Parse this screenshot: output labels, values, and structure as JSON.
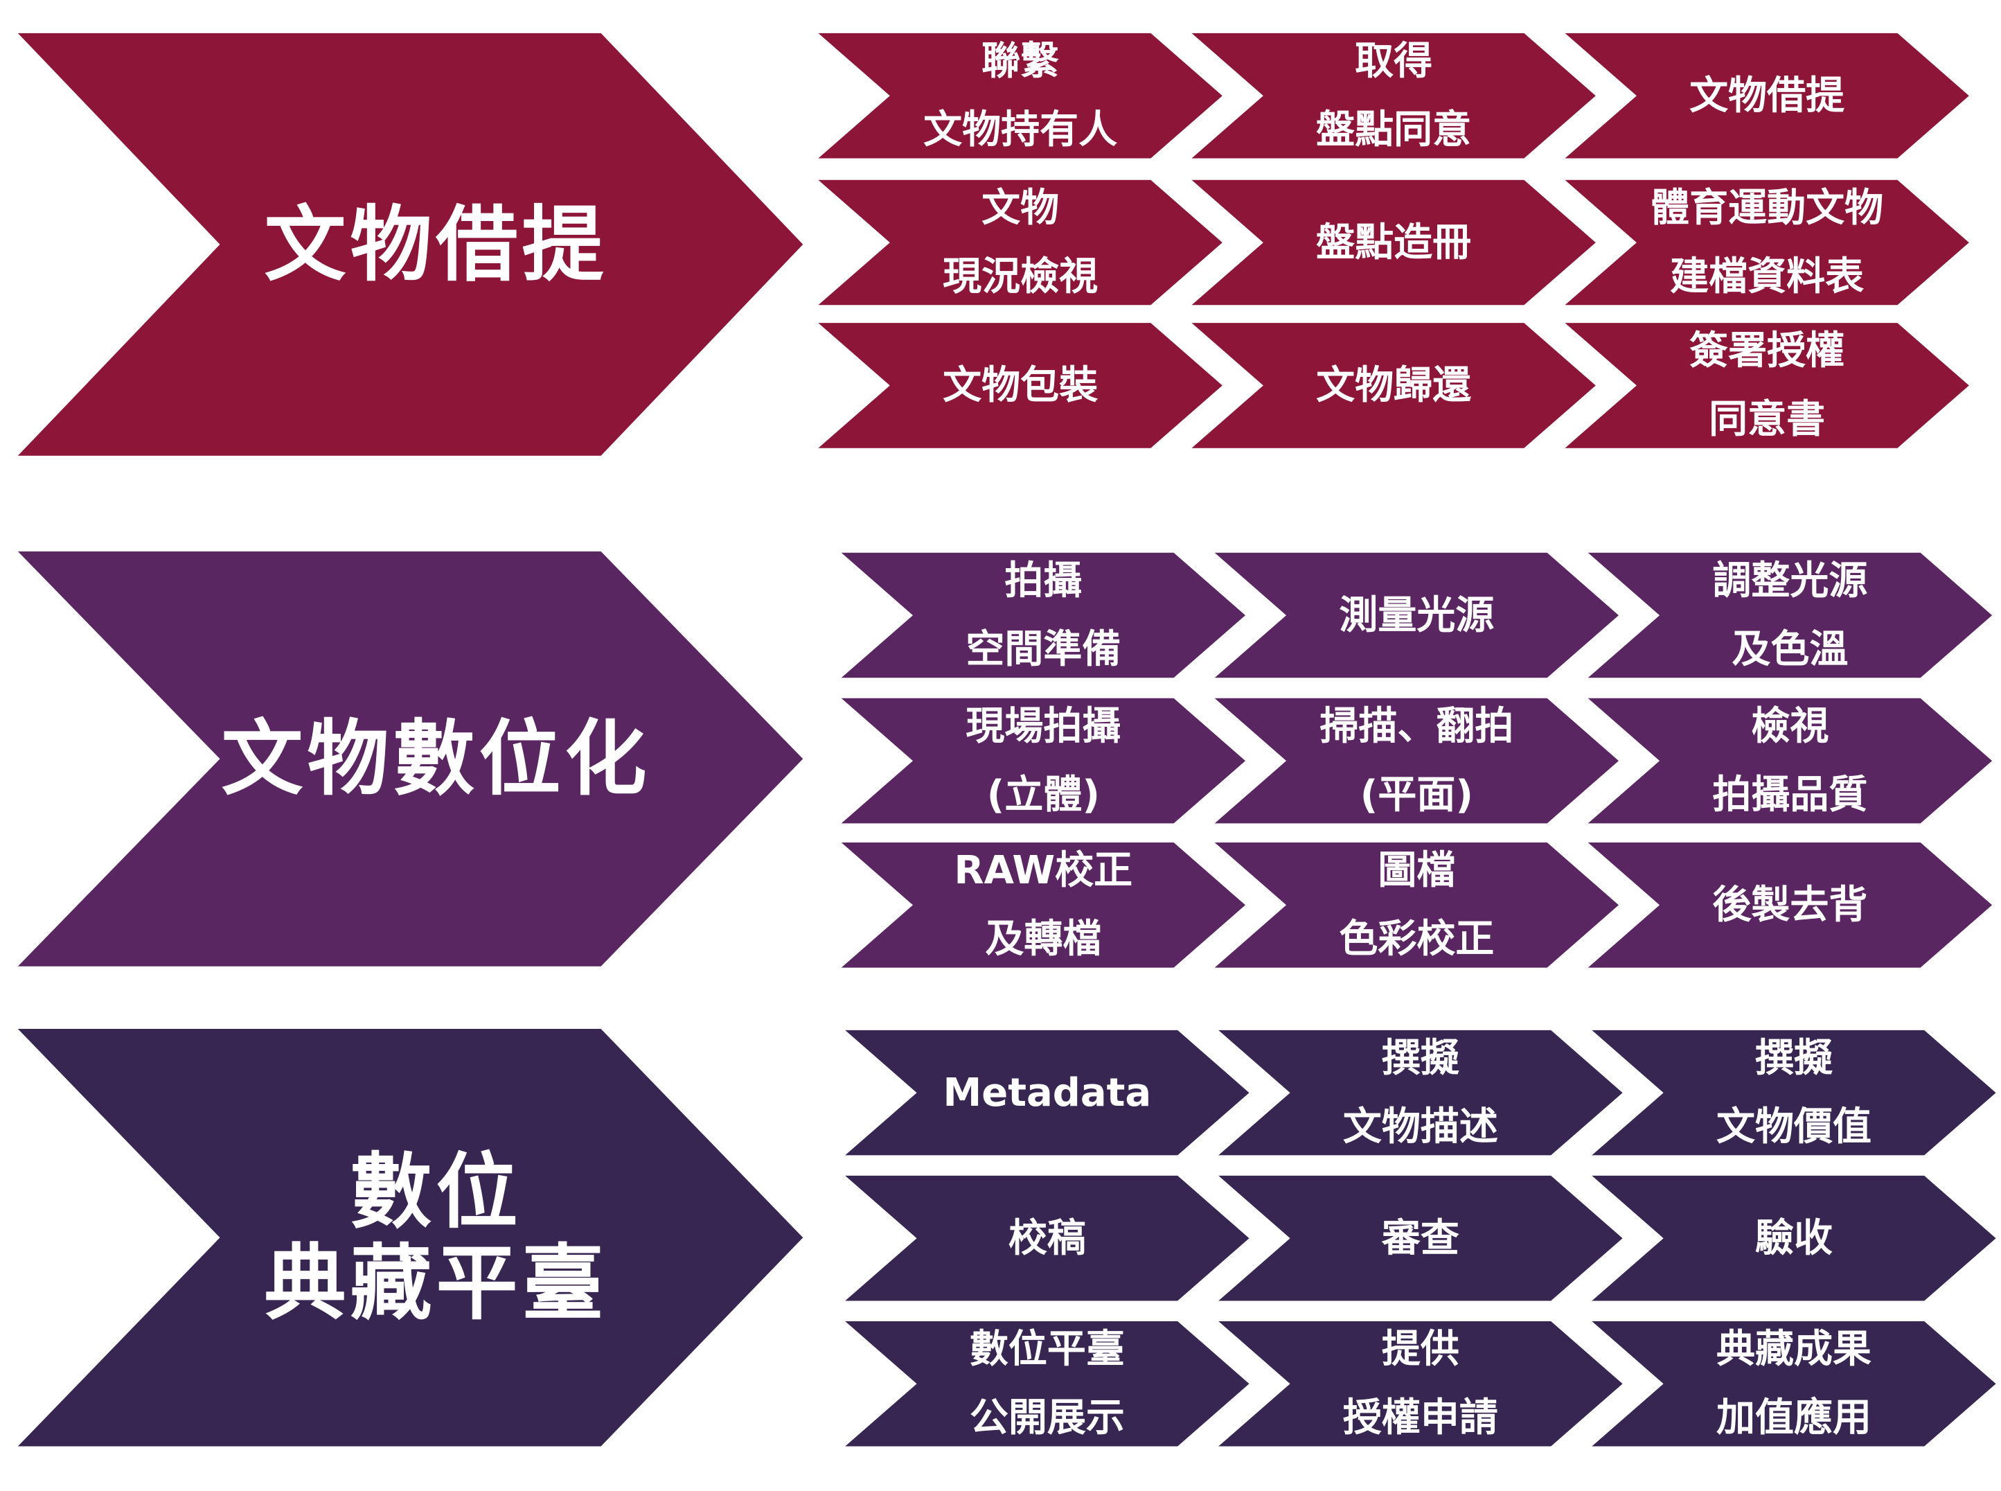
{
  "colors": {
    "row1": "#8c1538",
    "row2": "#5a2662",
    "row3": "#372652",
    "outline": "#19e3f0"
  },
  "sections": [
    {
      "title": [
        "文物借提"
      ],
      "steps": [
        [
          "聯繫",
          "文物持有人"
        ],
        [
          "取得",
          "盤點同意"
        ],
        [
          "文物借提"
        ],
        [
          "文物",
          "現況檢視"
        ],
        [
          "盤點造冊"
        ],
        [
          "體育運動文物",
          "建檔資料表"
        ],
        [
          "文物包裝"
        ],
        [
          "文物歸還"
        ],
        [
          "簽署授權",
          "同意書"
        ]
      ]
    },
    {
      "title": [
        "文物數位化"
      ],
      "steps": [
        [
          "拍攝",
          "空間準備"
        ],
        [
          "測量光源"
        ],
        [
          "調整光源",
          "及色溫"
        ],
        [
          "現場拍攝",
          "(立體)"
        ],
        [
          "掃描、翻拍",
          "(平面)"
        ],
        [
          "檢視",
          "拍攝品質"
        ],
        [
          "RAW校正",
          "及轉檔"
        ],
        [
          "圖檔",
          "色彩校正"
        ],
        [
          "後製去背"
        ]
      ]
    },
    {
      "title": [
        "數位",
        "典藏平臺"
      ],
      "steps": [
        [
          "Metadata"
        ],
        [
          "撰擬",
          "文物描述"
        ],
        [
          "撰擬",
          "文物價值"
        ],
        [
          "校稿"
        ],
        [
          "審查"
        ],
        [
          "驗收"
        ],
        [
          "數位平臺",
          "公開展示"
        ],
        [
          "提供",
          "授權申請"
        ],
        [
          "典藏成果",
          "加值應用"
        ]
      ]
    }
  ]
}
